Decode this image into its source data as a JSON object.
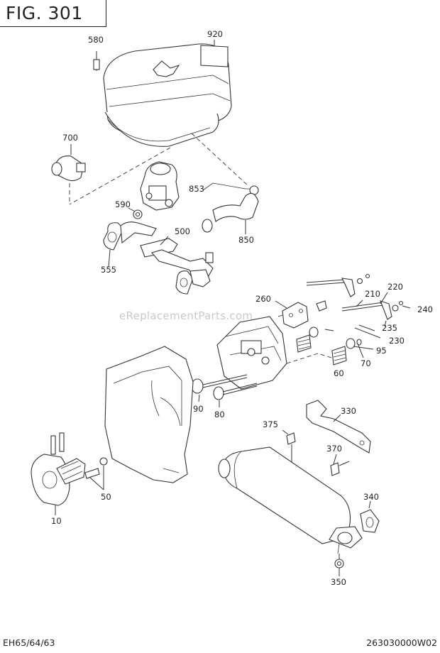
{
  "figure": {
    "title": "FIG. 301"
  },
  "footer": {
    "model": "EH65/64/63",
    "code": "263030000W02"
  },
  "watermark": {
    "text": "eReplacementParts.com"
  },
  "parts": {
    "p580": "580",
    "p920": "920",
    "p700": "700",
    "p853": "853",
    "p590": "590",
    "p850": "850",
    "p500": "500",
    "p555": "555",
    "p260": "260",
    "p210": "210",
    "p220": "220",
    "p240": "240",
    "p235": "235",
    "p230": "230",
    "p95": "95",
    "p70": "70",
    "p60": "60",
    "p90": "90",
    "p80": "80",
    "p330": "330",
    "p375": "375",
    "p370": "370",
    "p340": "340",
    "p350": "350",
    "p50": "50",
    "p10": "10"
  }
}
